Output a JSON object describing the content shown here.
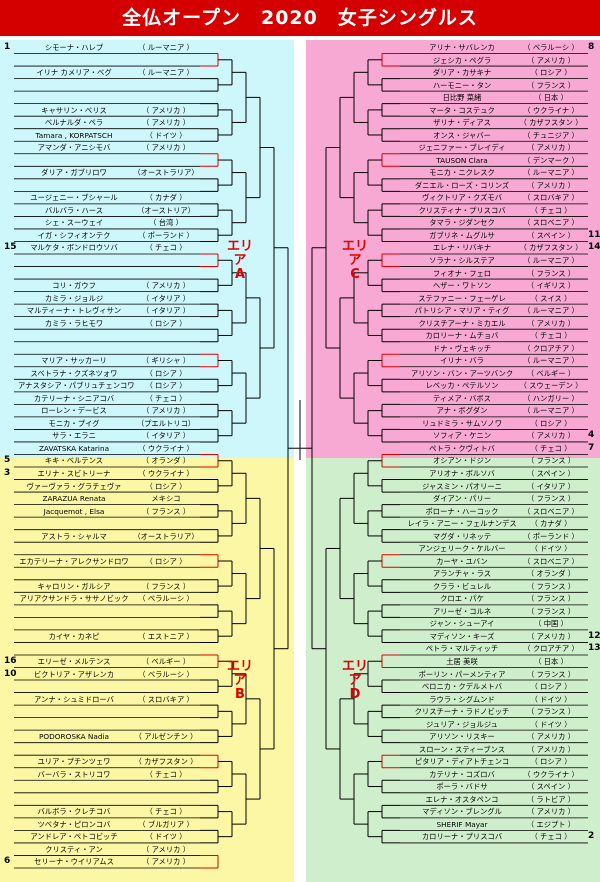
{
  "title": "全仏オープン　2020　女子シングルス",
  "areas": {
    "a": "エリア\nA",
    "b": "エリア\nB",
    "c": "エリア\nC",
    "d": "エリア\nD"
  },
  "colors": {
    "panel_a": "#cdf7fb",
    "panel_b": "#fbf7a4",
    "panel_c": "#f7a8d3",
    "panel_d": "#cfeecb",
    "title_bar": "#d40000",
    "lines": "#000000",
    "accent_red": "#e00000"
  },
  "left_players": [
    {
      "seed": "1",
      "name": "シモーナ・ハレプ",
      "country": "（ ルーマニア ）"
    },
    {
      "seed": "",
      "name": "",
      "country": ""
    },
    {
      "seed": "",
      "name": "イリナ カメリア・ベグ",
      "country": "（ ルーマニア ）"
    },
    {
      "seed": "",
      "name": "",
      "country": ""
    },
    {
      "seed": "",
      "name": "",
      "country": ""
    },
    {
      "seed": "",
      "name": "キャサリン・ベリス",
      "country": "（ アメリカ ）"
    },
    {
      "seed": "",
      "name": "ベルナルダ・ペラ",
      "country": "（ アメリカ ）"
    },
    {
      "seed": "",
      "name": "Tamara , KORPATSCH",
      "country": "（ ドイツ ）"
    },
    {
      "seed": "",
      "name": "アマンダ・アニシモバ",
      "country": "（ アメリカ ）"
    },
    {
      "seed": "",
      "name": "",
      "country": ""
    },
    {
      "seed": "",
      "name": "ダリア・ガブリロワ",
      "country": "（オーストラリア）"
    },
    {
      "seed": "",
      "name": "",
      "country": ""
    },
    {
      "seed": "",
      "name": "ユージェニー・ブシャール",
      "country": "（ カナダ ）"
    },
    {
      "seed": "",
      "name": "バルバラ・ハース",
      "country": "（オーストリア）"
    },
    {
      "seed": "",
      "name": "シェ・スーウェイ",
      "country": "（ 台湾 ）"
    },
    {
      "seed": "",
      "name": "イガ・シフィオンテク",
      "country": "（ ポーランド ）"
    },
    {
      "seed": "15",
      "name": "マルケタ・ボンドロウソバ",
      "country": "（ チェコ ）"
    },
    {
      "seed": "",
      "name": "",
      "country": ""
    },
    {
      "seed": "",
      "name": "",
      "country": ""
    },
    {
      "seed": "",
      "name": "コリ・ガウフ",
      "country": "（ アメリカ ）"
    },
    {
      "seed": "",
      "name": "カミラ・ジョルジ",
      "country": "（ イタリア ）"
    },
    {
      "seed": "",
      "name": "マルティーナ・トレヴィサン",
      "country": "（ イタリア ）"
    },
    {
      "seed": "",
      "name": "カミラ・ラヒモワ",
      "country": "（ ロシア ）"
    },
    {
      "seed": "",
      "name": "",
      "country": ""
    },
    {
      "seed": "",
      "name": "",
      "country": ""
    },
    {
      "seed": "",
      "name": "マリア・サッカーリ",
      "country": "（ ギリシャ ）"
    },
    {
      "seed": "",
      "name": "スベトラナ・クズネツォワ",
      "country": "（ ロシア ）"
    },
    {
      "seed": "",
      "name": "アナスタシア・パブリュチェンコワ",
      "country": "（ ロシア ）"
    },
    {
      "seed": "",
      "name": "カテリーナ・シニアコバ",
      "country": "（ チェコ ）"
    },
    {
      "seed": "",
      "name": "ローレン・デービス",
      "country": "（ アメリカ ）"
    },
    {
      "seed": "",
      "name": "モニカ・プイグ",
      "country": "（プエルトリコ）"
    },
    {
      "seed": "",
      "name": "サラ・エラニ",
      "country": "（ イタリア ）"
    },
    {
      "seed": "",
      "name": "ZAVATSKA Katarina",
      "country": "（ ウクライナ ）"
    },
    {
      "seed": "5",
      "name": "キキ・ベルテンス",
      "country": "（ オランダ ）"
    },
    {
      "seed": "3",
      "name": "エリナ・スビトリーナ",
      "country": "（ ウクライナ ）"
    },
    {
      "seed": "",
      "name": "ヴァーヴァラ・グラチェヴァ",
      "country": "（ ロシア ）"
    },
    {
      "seed": "",
      "name": "ZARAZUA Renata",
      "country": "メキシコ"
    },
    {
      "seed": "",
      "name": "Jacquemot , Elsa",
      "country": "（ フランス ）"
    },
    {
      "seed": "",
      "name": "",
      "country": ""
    },
    {
      "seed": "",
      "name": "アストラ・シャルマ",
      "country": "（オーストラリア）"
    },
    {
      "seed": "",
      "name": "",
      "country": ""
    },
    {
      "seed": "",
      "name": "エカテリーナ・アレクサンドロワ",
      "country": "（ ロシア ）"
    },
    {
      "seed": "",
      "name": "",
      "country": ""
    },
    {
      "seed": "",
      "name": "キャロリン・ガルシア",
      "country": "（ フランス ）"
    },
    {
      "seed": "",
      "name": "アリアクサンドラ・ササノビック",
      "country": "（ ベラルーシ ）"
    },
    {
      "seed": "",
      "name": "",
      "country": ""
    },
    {
      "seed": "",
      "name": "",
      "country": ""
    },
    {
      "seed": "",
      "name": "カイヤ・カネピ",
      "country": "（ エストニア ）"
    },
    {
      "seed": "",
      "name": "",
      "country": ""
    },
    {
      "seed": "16",
      "name": "エリーゼ・メルテンス",
      "country": "（ ベルギー ）"
    },
    {
      "seed": "10",
      "name": "ビクトリア・アザレンカ",
      "country": "（ ベラルーシ ）"
    },
    {
      "seed": "",
      "name": "",
      "country": ""
    },
    {
      "seed": "",
      "name": "アンナ・シュミドローバ",
      "country": "（ スロバキア ）"
    },
    {
      "seed": "",
      "name": "",
      "country": ""
    },
    {
      "seed": "",
      "name": "",
      "country": ""
    },
    {
      "seed": "",
      "name": "PODOROSKA Nadia",
      "country": "（ アルゼンチン ）"
    },
    {
      "seed": "",
      "name": "",
      "country": ""
    },
    {
      "seed": "",
      "name": "ユリア・プチンツェワ",
      "country": "（ カザフスタン ）"
    },
    {
      "seed": "",
      "name": "バーバラ・ストリコワ",
      "country": "（ チェコ ）"
    },
    {
      "seed": "",
      "name": "",
      "country": ""
    },
    {
      "seed": "",
      "name": "",
      "country": ""
    },
    {
      "seed": "",
      "name": "バルボラ・クレチコバ",
      "country": "（ チェコ ）"
    },
    {
      "seed": "",
      "name": "ツベタナ・ピロンコバ",
      "country": "（ ブルガリア ）"
    },
    {
      "seed": "",
      "name": "アンドレア・ペトコビッチ",
      "country": "（ ドイツ ）"
    },
    {
      "seed": "",
      "name": "クリスティ・アン",
      "country": "（ アメリカ ）"
    },
    {
      "seed": "6",
      "name": "セリーナ・ウイリアムス",
      "country": "（ アメリカ ）"
    }
  ],
  "right_players": [
    {
      "seed": "8",
      "name": "アリナ・サバレンカ",
      "country": "（ ベラルーシ ）"
    },
    {
      "seed": "",
      "name": "ジェシカ・ペグラ",
      "country": "（ アメリカ ）"
    },
    {
      "seed": "",
      "name": "ダリア・カサキナ",
      "country": "（ ロシア ）"
    },
    {
      "seed": "",
      "name": "ハーモニー・タン",
      "country": "（ フランス ）"
    },
    {
      "seed": "",
      "name": "日比野 菜緒",
      "country": "（ 日本 ）"
    },
    {
      "seed": "",
      "name": "マータ・コステュク",
      "country": "（ ウクライナ ）"
    },
    {
      "seed": "",
      "name": "ザリナ・ディアス",
      "country": "（ カザフスタン ）"
    },
    {
      "seed": "",
      "name": "オンス・ジャバー",
      "country": "（ チュニジア ）"
    },
    {
      "seed": "",
      "name": "ジェニファー・ブレイディ",
      "country": "（ アメリカ ）"
    },
    {
      "seed": "",
      "name": "TAUSON Clara",
      "country": "（ デンマーク ）"
    },
    {
      "seed": "",
      "name": "モニカ・ニクレスク",
      "country": "（ ルーマニア ）"
    },
    {
      "seed": "",
      "name": "ダニエル・ローズ・コリンズ",
      "country": "（ アメリカ ）"
    },
    {
      "seed": "",
      "name": "ヴィクトリア・クズモバ",
      "country": "（ スロバキア ）"
    },
    {
      "seed": "",
      "name": "クリスティナ・プリスコバ",
      "country": "（ チェコ ）"
    },
    {
      "seed": "",
      "name": "タマラ・ジダンセク",
      "country": "（ スロベニア ）"
    },
    {
      "seed": "11",
      "name": "ガブリネ・ムグルサ",
      "country": "（ スペイン ）"
    },
    {
      "seed": "14",
      "name": "エレナ・リバキナ",
      "country": "（ カザフスタン ）"
    },
    {
      "seed": "",
      "name": "ソラナ・シルステア",
      "country": "（ ルーマニア ）"
    },
    {
      "seed": "",
      "name": "フィオナ・フェロ",
      "country": "（ フランス ）"
    },
    {
      "seed": "",
      "name": "ヘザー・ワトソン",
      "country": "（ イギリス ）"
    },
    {
      "seed": "",
      "name": "ステファニー・フェーゲレ",
      "country": "（ スイス ）"
    },
    {
      "seed": "",
      "name": "パトリシア・マリア・ティグ",
      "country": "（ ルーマニア ）"
    },
    {
      "seed": "",
      "name": "クリスチアーナ・ミカエル",
      "country": "（ アメリカ ）"
    },
    {
      "seed": "",
      "name": "カロリーナ・ムチョバ",
      "country": "（ チェコ ）"
    },
    {
      "seed": "",
      "name": "ドナ・ヴェキッチ",
      "country": "（ クロアチア ）"
    },
    {
      "seed": "",
      "name": "イリナ・バラ",
      "country": "（ ルーマニア ）"
    },
    {
      "seed": "",
      "name": "アリソン・バン・アーツバンク",
      "country": "（ ベルギー ）"
    },
    {
      "seed": "",
      "name": "レベッカ・ペテルソン",
      "country": "（ スウェーデン ）"
    },
    {
      "seed": "",
      "name": "ティメア・バボス",
      "country": "（ ハンガリー ）"
    },
    {
      "seed": "",
      "name": "アナ・ボグダン",
      "country": "（ ルーマニア ）"
    },
    {
      "seed": "",
      "name": "リュドミラ・サムソノワ",
      "country": "（ ロシア ）"
    },
    {
      "seed": "4",
      "name": "ソフィア・ケニン",
      "country": "（ アメリカ ）"
    },
    {
      "seed": "7",
      "name": "ペトラ・クヴィトバ",
      "country": "（ チェコ ）"
    },
    {
      "seed": "",
      "name": "オシアン・ドジン",
      "country": "（ フランス ）"
    },
    {
      "seed": "",
      "name": "アリオナ・ボルソバ",
      "country": "（ スペイン ）"
    },
    {
      "seed": "",
      "name": "ジャスミン・パオリーニ",
      "country": "（ イタリア ）"
    },
    {
      "seed": "",
      "name": "ダイアン・パリー",
      "country": "（ フランス ）"
    },
    {
      "seed": "",
      "name": "ポローナ・ハーコック",
      "country": "（ スロベニア ）"
    },
    {
      "seed": "",
      "name": "レイラ・アニー・フェルナンデス",
      "country": "（ カナダ ）"
    },
    {
      "seed": "",
      "name": "マグダ・リネッテ",
      "country": "（ ポーランド ）"
    },
    {
      "seed": "",
      "name": "アンジェリーク・ケルバー",
      "country": "（ ドイツ ）"
    },
    {
      "seed": "",
      "name": "カーヤ・ユバン",
      "country": "（ スロベニア ）"
    },
    {
      "seed": "",
      "name": "アランチャ・ラス",
      "country": "（ オランダ ）"
    },
    {
      "seed": "",
      "name": "クララ・ビュレル",
      "country": "（ フランス ）"
    },
    {
      "seed": "",
      "name": "クロエ・パケ",
      "country": "（ フランス ）"
    },
    {
      "seed": "",
      "name": "アリーゼ・コルネ",
      "country": "（ フランス ）"
    },
    {
      "seed": "",
      "name": "ジャン・シューアイ",
      "country": "（ 中国 ）"
    },
    {
      "seed": "12",
      "name": "マディソン・キーズ",
      "country": "（ アメリカ ）"
    },
    {
      "seed": "13",
      "name": "ペトラ・マルティッチ",
      "country": "（ クロアチア ）"
    },
    {
      "seed": "",
      "name": "土居 美咲",
      "country": "（ 日本 ）"
    },
    {
      "seed": "",
      "name": "ポーリン・パーメンティア",
      "country": "（ フランス ）"
    },
    {
      "seed": "",
      "name": "ベロニカ・クデルメトバ",
      "country": "（ ロシア ）"
    },
    {
      "seed": "",
      "name": "ラウラ・シグムンド",
      "country": "（ ドイツ ）"
    },
    {
      "seed": "",
      "name": "クリスチーナ・ラドノビッチ",
      "country": "（ フランス ）"
    },
    {
      "seed": "",
      "name": "ジュリア・ジョルジュ",
      "country": "（ ドイツ ）"
    },
    {
      "seed": "",
      "name": "アリソン・リスキー",
      "country": "（ アメリカ ）"
    },
    {
      "seed": "",
      "name": "スローン・スティーブンス",
      "country": "（ アメリカ ）"
    },
    {
      "seed": "",
      "name": "ピタリア・ディアトチェンコ",
      "country": "（ ロシア ）"
    },
    {
      "seed": "",
      "name": "カテリナ・コズロバ",
      "country": "（ ウクライナ ）"
    },
    {
      "seed": "",
      "name": "ポーラ・バドサ",
      "country": "（ スペイン ）"
    },
    {
      "seed": "",
      "name": "エレナ・オスタペンコ",
      "country": "（ ラトビア ）"
    },
    {
      "seed": "",
      "name": "マディソン・ブレングル",
      "country": "（ アメリカ ）"
    },
    {
      "seed": "",
      "name": "SHERIF Mayar",
      "country": "（ エジプト ）"
    },
    {
      "seed": "2",
      "name": "カロリーナ・プリスコバ",
      "country": "（ チェコ ）"
    }
  ]
}
